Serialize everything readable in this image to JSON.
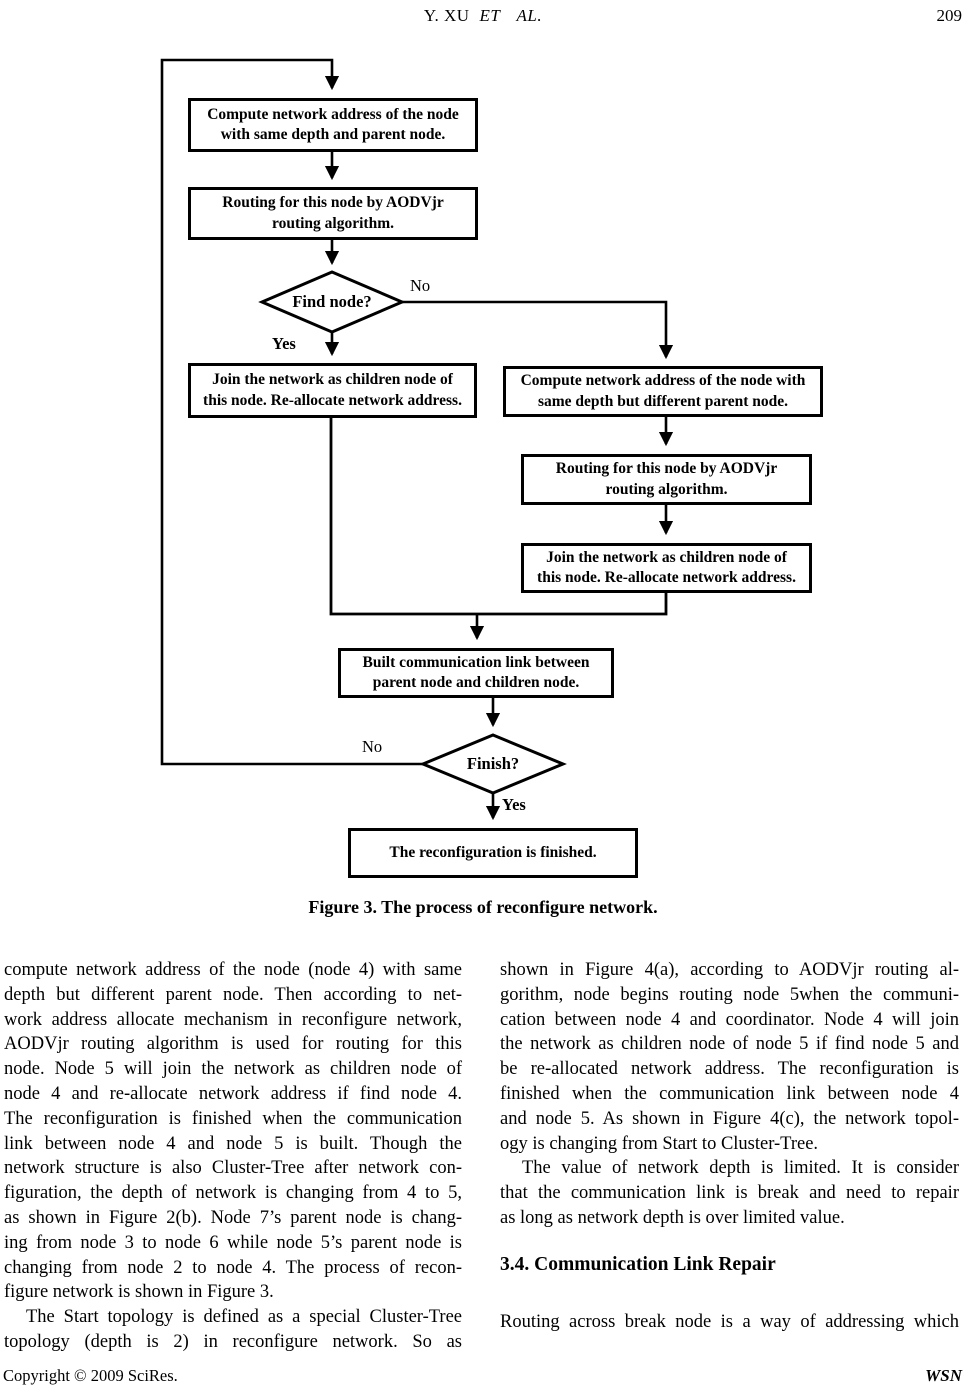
{
  "header": {
    "running_title": "Y. XU",
    "running_title_etal": "ET AL.",
    "page_number": "209"
  },
  "figure3": {
    "caption": "Figure 3. The process of reconfigure network.",
    "boxes": {
      "compute_same_parent": "Compute network address of the node\nwith same depth and parent node.",
      "routing_left": "Routing for this node by AODVjr\nrouting algorithm.",
      "find_node": "Find node?",
      "join_left": "Join the network as children node of\nthis node. Re-allocate network address.",
      "compute_diff_parent": "Compute network address of the node with\nsame depth but different parent node.",
      "routing_right": "Routing for this node by AODVjr\nrouting algorithm.",
      "join_right": "Join the network as children node of\nthis node. Re-allocate network address.",
      "built_link": "Built communication link between\nparent node and children node.",
      "finish": "Finish?",
      "reconfiguration_finished": "The reconfiguration is finished."
    },
    "edge_labels": {
      "find_no": "No",
      "find_yes": "Yes",
      "finish_no": "No",
      "finish_yes": "Yes"
    },
    "line_color": "#000000",
    "box_background": "#ffffff"
  },
  "body": {
    "left_column": [
      {
        "indent": false,
        "continued": false,
        "lines": [
          "compute network address of the node (node 4) with same",
          "depth but different parent node. Then according to net-",
          "work address allocate mechanism in reconfigure network,",
          "AODVjr routing algorithm is used for routing for this",
          "node. Node 5 will join the network as children node of",
          "node 4 and re-allocate network address if find node 4.",
          "The reconfiguration is finished when the communication",
          "link between node 4 and node 5 is built. Though the",
          "network structure is also Cluster-Tree after network con-",
          "figuration, the depth of network is changing from 4 to 5,",
          "as shown in Figure 2(b). Node 7’s parent node is chang-",
          "ing from node 3 to node 6 while node 5’s parent node is",
          "changing from node 2 to node 4. The process of recon-",
          "figure network is shown in Figure 3."
        ]
      },
      {
        "indent": true,
        "continued": true,
        "lines": [
          "The Start topology is defined as a special Cluster-Tree",
          "topology (depth is 2) in reconfigure network. So as"
        ]
      }
    ],
    "right_column": [
      {
        "indent": false,
        "continued": false,
        "lines": [
          "shown in Figure 4(a), according to AODVjr routing al-",
          "gorithm, node begins routing node 5when the communi-",
          "cation between node 4 and coordinator. Node 4 will join",
          "the network as children node of node 5 if find node 5 and",
          "be re-allocated network address. The reconfiguration is",
          "finished when the communication link between node 4",
          "and node 5. As shown in Figure 4(c), the network topol-",
          "ogy is changing from Start to Cluster-Tree."
        ]
      },
      {
        "indent": true,
        "continued": false,
        "lines": [
          "The value of network depth is limited. It is consider",
          "that the communication link is break and need to repair",
          "as long as network depth is over limited value."
        ]
      }
    ],
    "section_heading": "3.4. Communication Link Repair",
    "right_column_after_heading": [
      {
        "indent": false,
        "continued": true,
        "lines": [
          "Routing across break node is a way of addressing which"
        ]
      }
    ]
  },
  "footer": {
    "copyright": "Copyright © 2009 SciRes.",
    "journal": "WSN"
  }
}
